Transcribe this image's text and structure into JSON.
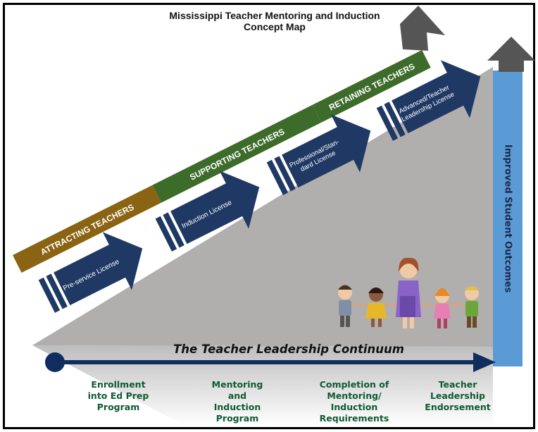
{
  "title_line1": "Mississippi Teacher Mentoring and Induction",
  "title_line2": "Concept Map",
  "phases": {
    "attracting": "Attracting Teachers",
    "supporting": "Supporting Teachers",
    "retaining": "Retaining Teachers"
  },
  "licenses": {
    "preservice": "Pre-service License",
    "induction": "Induction License",
    "professional_line1": "Professional/Stan-",
    "professional_line2": "dard License",
    "advanced_line1": "Advanced/Teacher",
    "advanced_line2": "Leadership License"
  },
  "outcomes_label": "Improved Student Outcomes",
  "continuum_label": "The Teacher Leadership Continuum",
  "stages": [
    {
      "line1": "Enrollment",
      "line2": "into Ed Prep",
      "line3": "Program",
      "line4": ""
    },
    {
      "line1": "Mentoring",
      "line2": "and",
      "line3": "Induction",
      "line4": "Program"
    },
    {
      "line1": "Completion of",
      "line2": "Mentoring/",
      "line3": "Induction",
      "line4": "Requirements"
    },
    {
      "line1": "Teacher",
      "line2": "Leadership",
      "line3": "Endorsement",
      "line4": ""
    }
  ],
  "colors": {
    "attracting": "#8a6412",
    "supporting": "#3d6b2a",
    "retaining": "#3d6b2a",
    "license_arrow": "#1f3964",
    "outcomes_bar": "#5b9bd5",
    "triangle": "#b1aeae",
    "continuum_arrow": "#0f2d5e",
    "stage_text": "#0e5a33"
  }
}
